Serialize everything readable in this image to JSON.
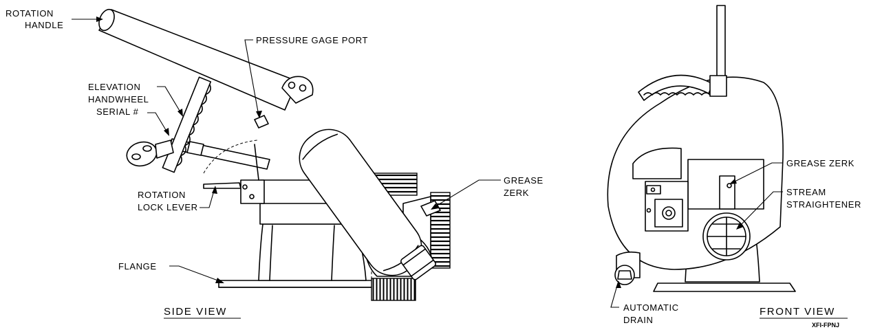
{
  "side_view": {
    "title": "SIDE VIEW",
    "labels": {
      "rotation_handle_1": "ROTATION",
      "rotation_handle_2": "HANDLE",
      "pressure_gage_port": "PRESSURE GAGE PORT",
      "elevation_1": "ELEVATION",
      "elevation_2": "HANDWHEEL",
      "serial": "SERIAL #",
      "rotation_lock_1": "ROTATION",
      "rotation_lock_2": "LOCK LEVER",
      "grease_zerk_1": "GREASE",
      "grease_zerk_2": "ZERK",
      "flange": "FLANGE"
    }
  },
  "front_view": {
    "title": "FRONT VIEW",
    "labels": {
      "grease_zerk": "GREASE ZERK",
      "stream_1": "STREAM",
      "stream_2": "STRAIGHTENER",
      "drain_1": "AUTOMATIC",
      "drain_2": "DRAIN"
    }
  },
  "drawing_code": "XFI-FPNJ",
  "icons": [
    "arrow-icon"
  ]
}
